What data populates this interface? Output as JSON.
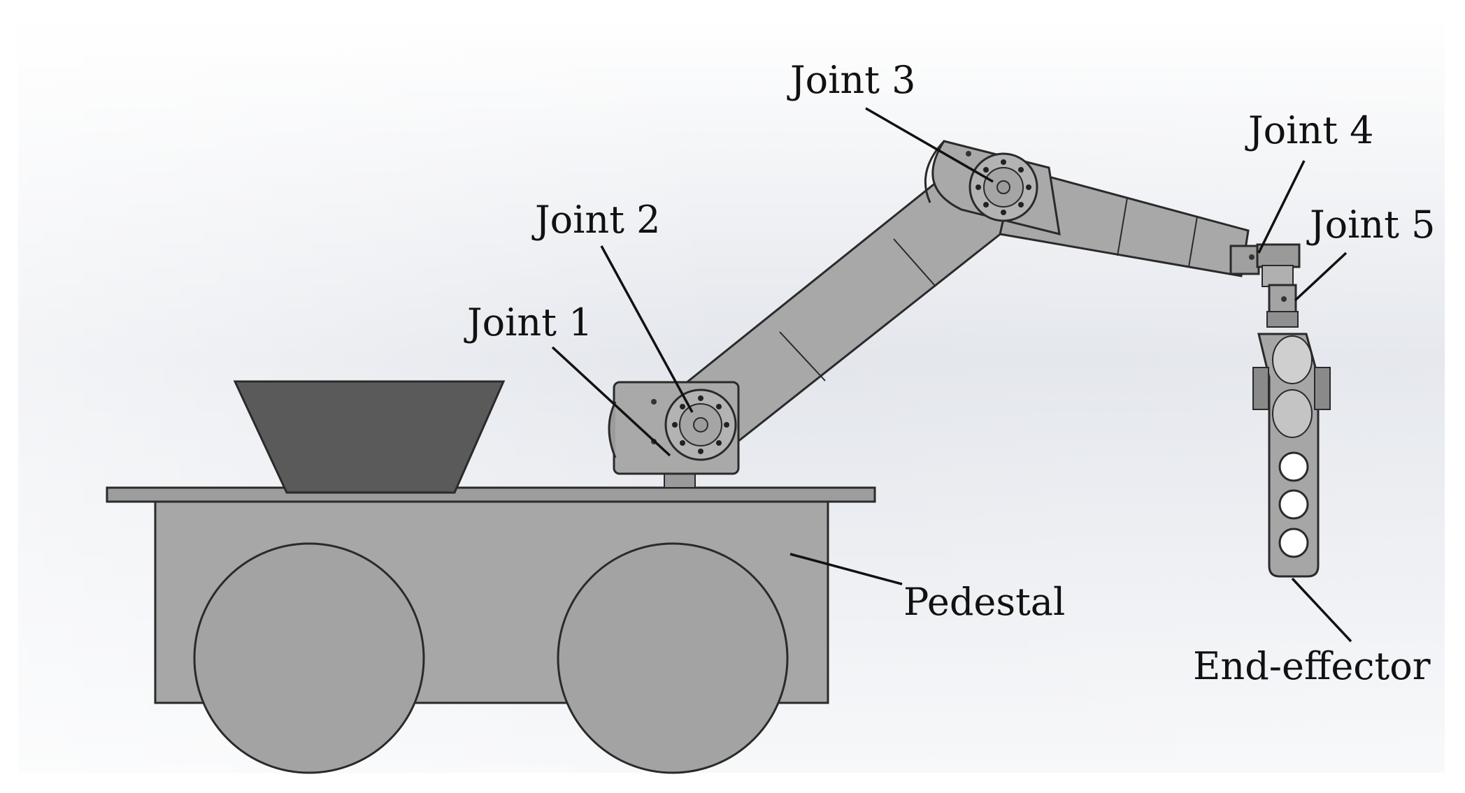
{
  "labels": {
    "joint_1": "Joint 1",
    "joint_2": "Joint 2",
    "joint_3": "Joint 3",
    "joint_4": "Joint 4",
    "joint_5": "Joint 5",
    "pedestal": "Pedestal",
    "end_effector": "End-effector"
  },
  "colors": {
    "background_top": "#ffffff",
    "background_mid": "#dfe2ea",
    "background_bottom": "#f6f7f9",
    "pedestal_fill": "#a6a6a6",
    "wheel_fill": "#a3a3a3",
    "hopper_fill": "#5a5a5a",
    "arm_fill": "#a9a9a9",
    "outline": "#2a2a2a"
  }
}
